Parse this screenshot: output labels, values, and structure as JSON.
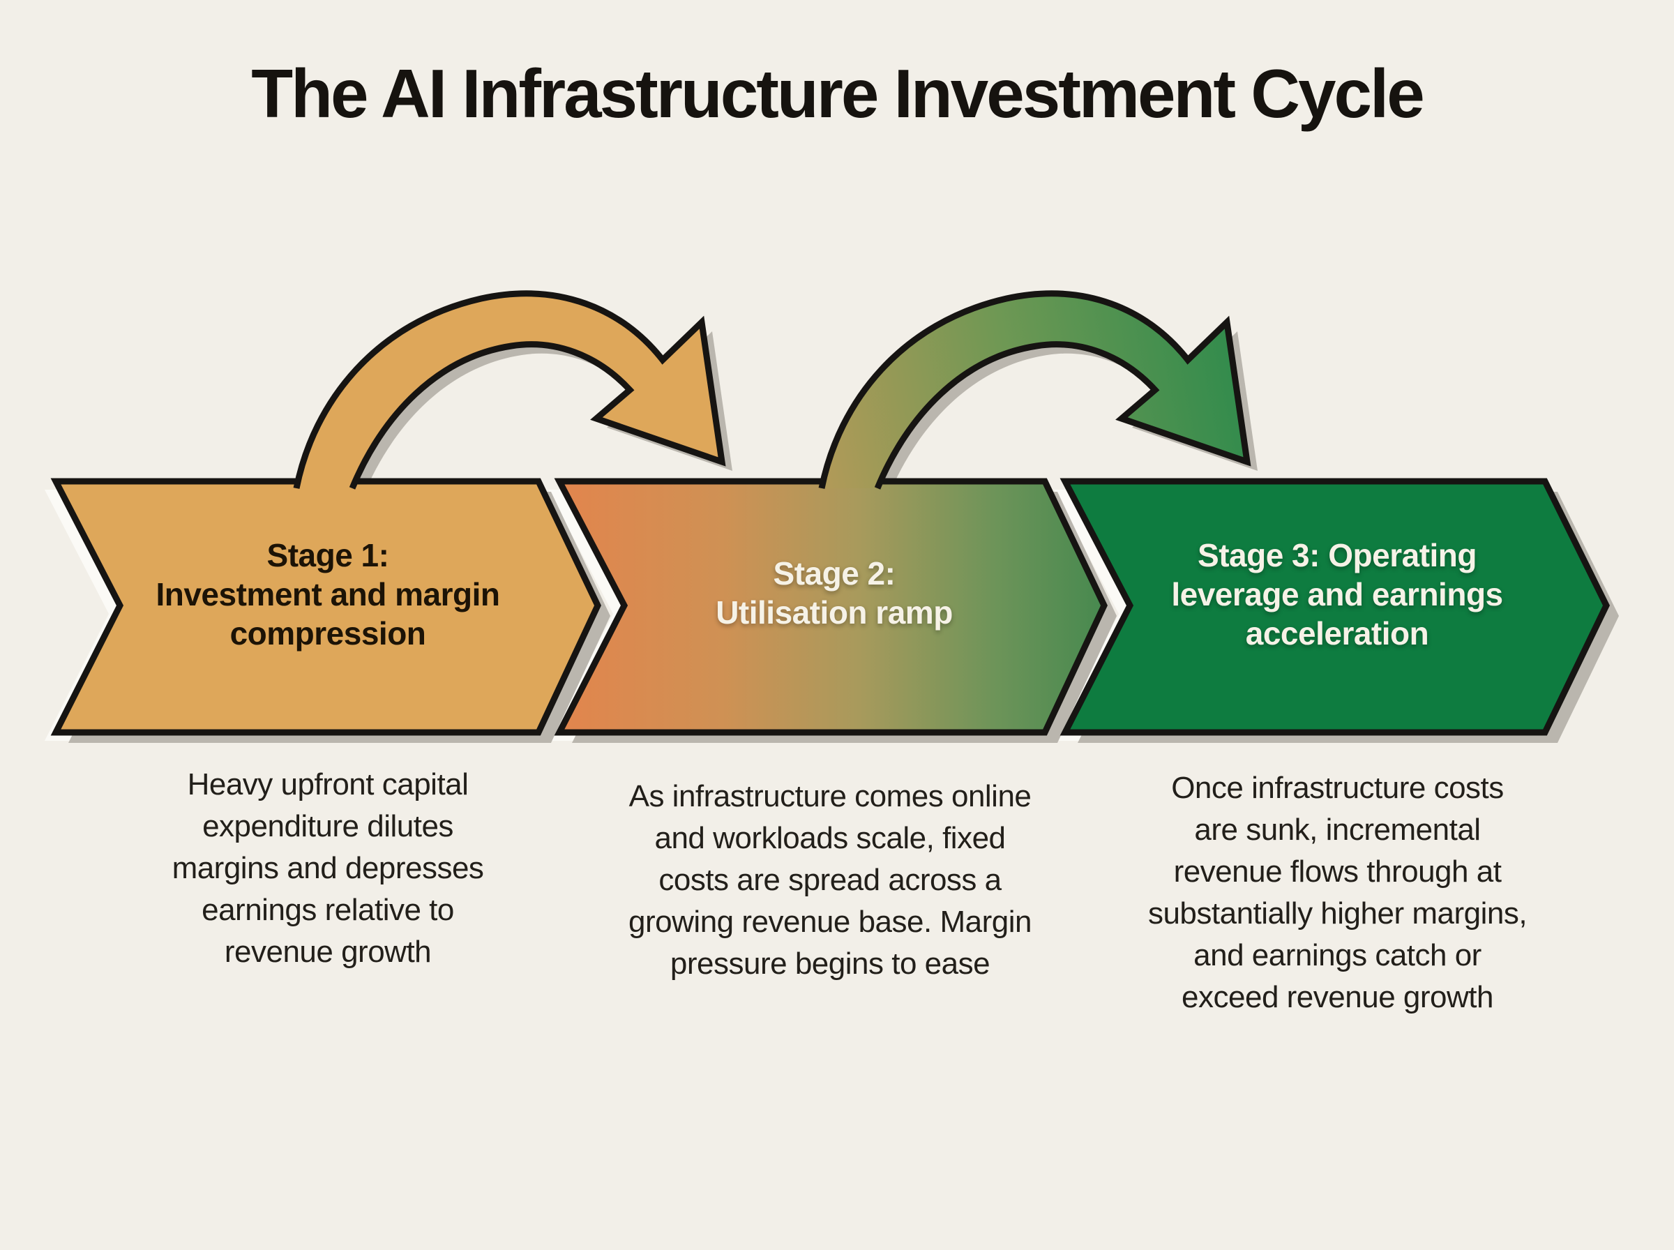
{
  "title": "The AI Infrastructure Investment Cycle",
  "stages": [
    {
      "name": "Stage 1",
      "label": "Stage 1:\nInvestment and margin compression",
      "description": "Heavy upfront capital expenditure dilutes margins and depresses earnings relative to revenue growth",
      "fill": "#dea75a",
      "text_color": "#1c1306"
    },
    {
      "name": "Stage 2",
      "label": "Stage 2:\nUtilisation ramp",
      "description": "As infrastructure comes online and workloads scale, fixed costs are spread across a growing revenue base. Margin pressure begins to ease",
      "fill": "gradient",
      "text_color": "#f6f2e7"
    },
    {
      "name": "Stage 3",
      "label": "Stage 3: Operating leverage and earnings acceleration",
      "description": "Once infrastructure costs are sunk, incremental revenue flows through at substantially higher margins, and earnings catch or exceed revenue growth",
      "fill": "#0e7c40",
      "text_color": "#f6f2e7"
    }
  ],
  "arrows": [
    {
      "name": "curved-arrow-stage1-to-stage2",
      "from": "Stage 1",
      "to": "Stage 2",
      "color": "#dea75a"
    },
    {
      "name": "curved-arrow-stage2-to-stage3",
      "from": "Stage 2",
      "to": "Stage 3",
      "color": "olive-to-green"
    }
  ],
  "colors": {
    "background": "#f2efe8",
    "outline": "#161412",
    "shadow": "#bab6ae",
    "underlay": "#fbfaf6",
    "stage2_gradient": [
      "#e2854d",
      "#cf9154",
      "#a89a5c",
      "#6d9459",
      "#47894f"
    ],
    "arrow2_gradient": [
      "#b09a58",
      "#6f9854",
      "#2f8b4c"
    ]
  }
}
